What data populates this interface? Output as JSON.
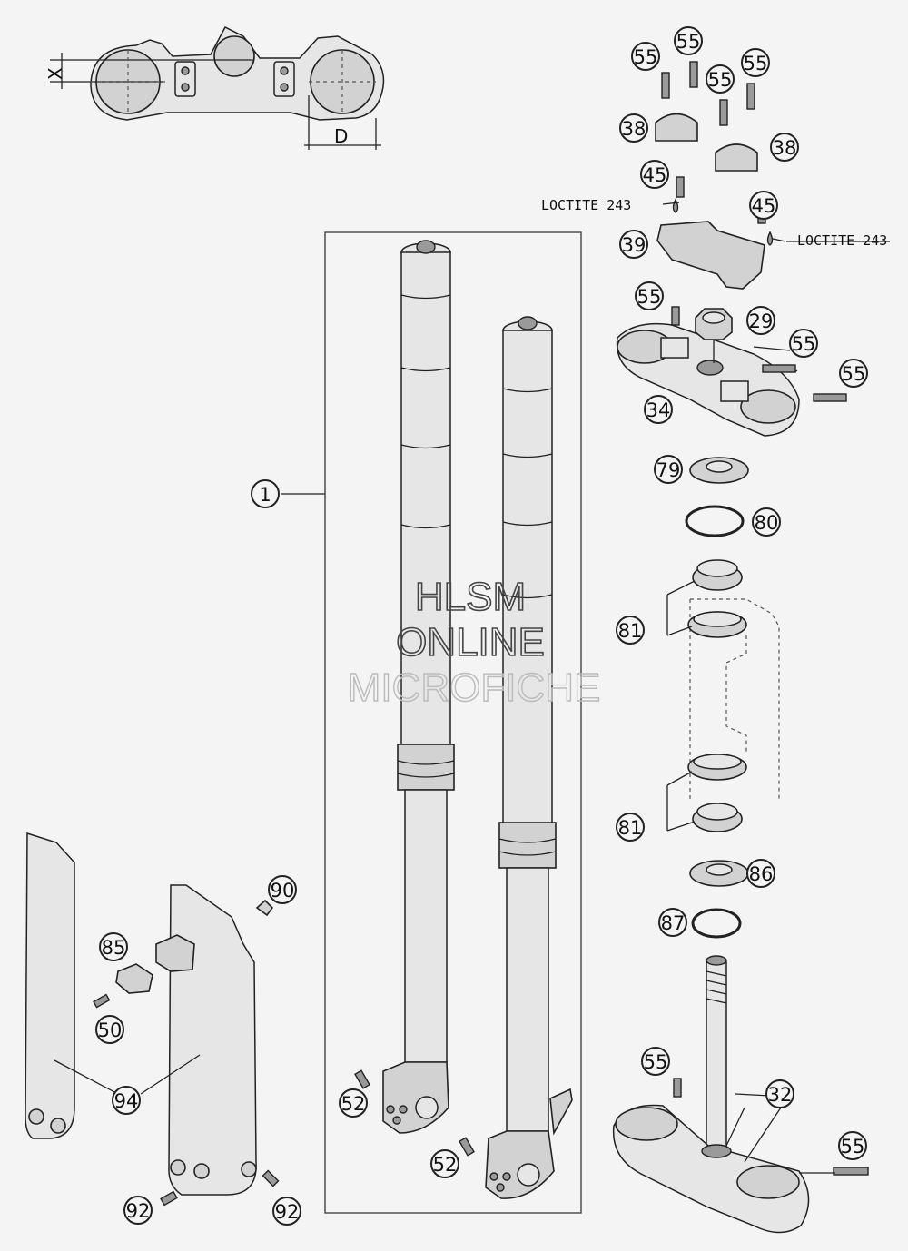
{
  "callouts": {
    "c1": "1",
    "c29": "29",
    "c32": "32",
    "c34": "34",
    "c38a": "38",
    "c38b": "38",
    "c39": "39",
    "c45a": "45",
    "c45b": "45",
    "c50": "50",
    "c52a": "52",
    "c52b": "52",
    "c55_1": "55",
    "c55_2": "55",
    "c55_3": "55",
    "c55_4": "55",
    "c55_5": "55",
    "c55_6": "55",
    "c55_7": "55",
    "c55_8": "55",
    "c55_9": "55",
    "c79": "79",
    "c80": "80",
    "c81a": "81",
    "c81b": "81",
    "c85": "85",
    "c86": "86",
    "c87": "87",
    "c90": "90",
    "c92a": "92",
    "c92b": "92",
    "c94": "94"
  },
  "notes": {
    "loctite_a": "LOCTITE 243",
    "loctite_b": "LOCTITE 243"
  },
  "dimensions": {
    "x_label": "X",
    "d_label": "D"
  },
  "watermark": {
    "line1": "HLSM",
    "line2": "ONLINE",
    "line3": "MICROFICHE"
  }
}
